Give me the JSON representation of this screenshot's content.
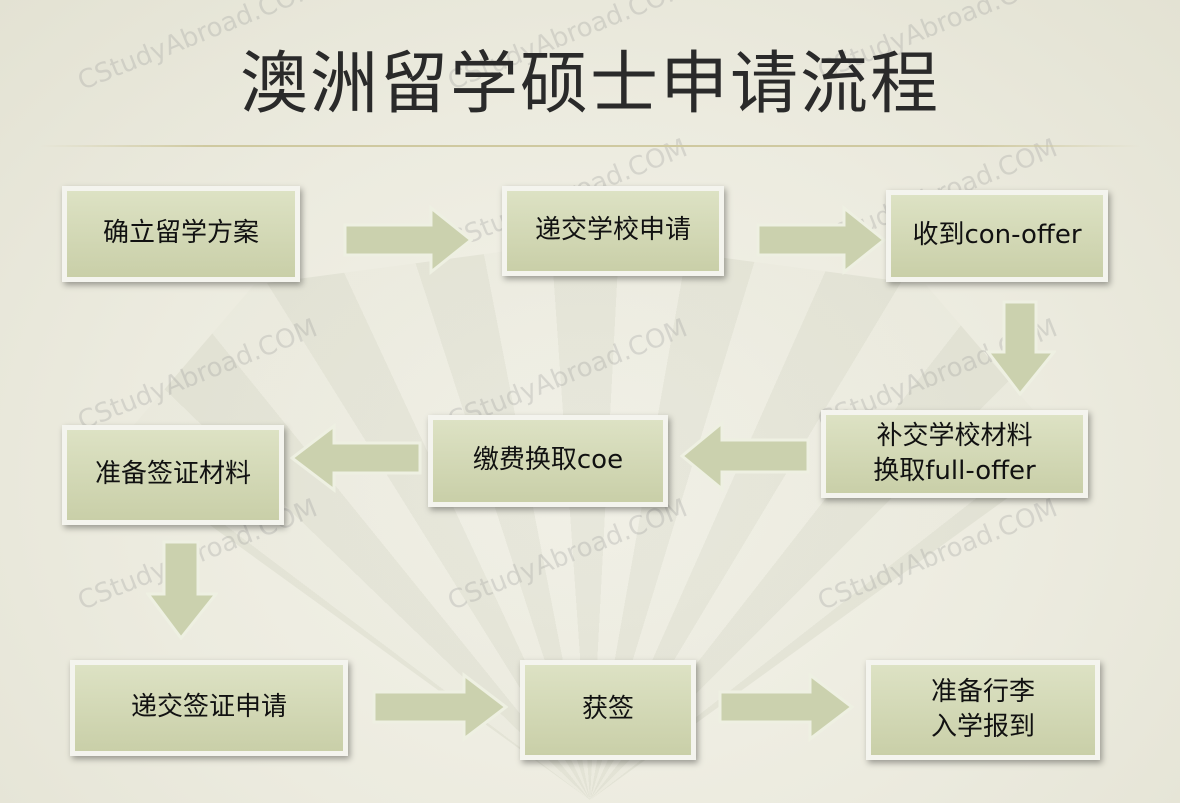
{
  "title": "澳洲留学硕士申请流程",
  "watermark": "CStudyAbroad.COM",
  "steps": {
    "s1": "确立留学方案",
    "s2": "递交学校申请",
    "s3": "收到con-offer",
    "s4_line1": "补交学校材料",
    "s4_line2": "换取full-offer",
    "s5": "缴费换取coe",
    "s6": "准备签证材料",
    "s7": "递交签证申请",
    "s8": "获签",
    "s9_line1": "准备行李",
    "s9_line2": "入学报到"
  },
  "colors": {
    "box_fill": "#d4d9b6",
    "arrow_fill": "#cbd1ae",
    "title": "#2a2a2a"
  }
}
